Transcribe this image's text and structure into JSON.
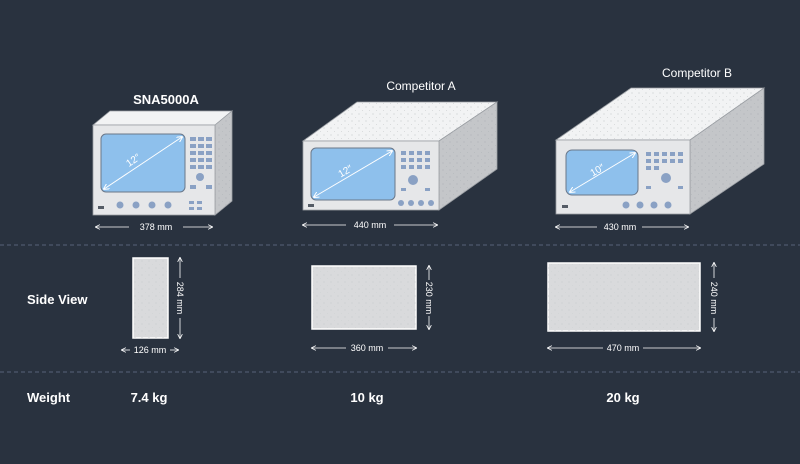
{
  "products": [
    {
      "name": "SNA5000A",
      "screen_size": "12″",
      "width_label": "378 mm",
      "side_width_label": "126 mm",
      "side_height_label": "284 mm",
      "weight": "7.4 kg"
    },
    {
      "name": "Competitor A",
      "screen_size": "12″",
      "width_label": "440 mm",
      "side_width_label": "360 mm",
      "side_height_label": "230 mm",
      "weight": "10 kg"
    },
    {
      "name": "Competitor B",
      "screen_size": "10″",
      "width_label": "430 mm",
      "side_width_label": "470 mm",
      "side_height_label": "240 mm",
      "weight": "20 kg"
    }
  ],
  "rows": {
    "side_view": "Side View",
    "weight": "Weight"
  },
  "colors": {
    "background": "#29323f",
    "device_front": "#e6e7e9",
    "device_top": "#f2f3f4",
    "device_side": "#c4c6c9",
    "screen": "#8ec0ec",
    "controls": "#8aa1c4",
    "divider": "#56637a",
    "dim_text": "#ffffff"
  }
}
